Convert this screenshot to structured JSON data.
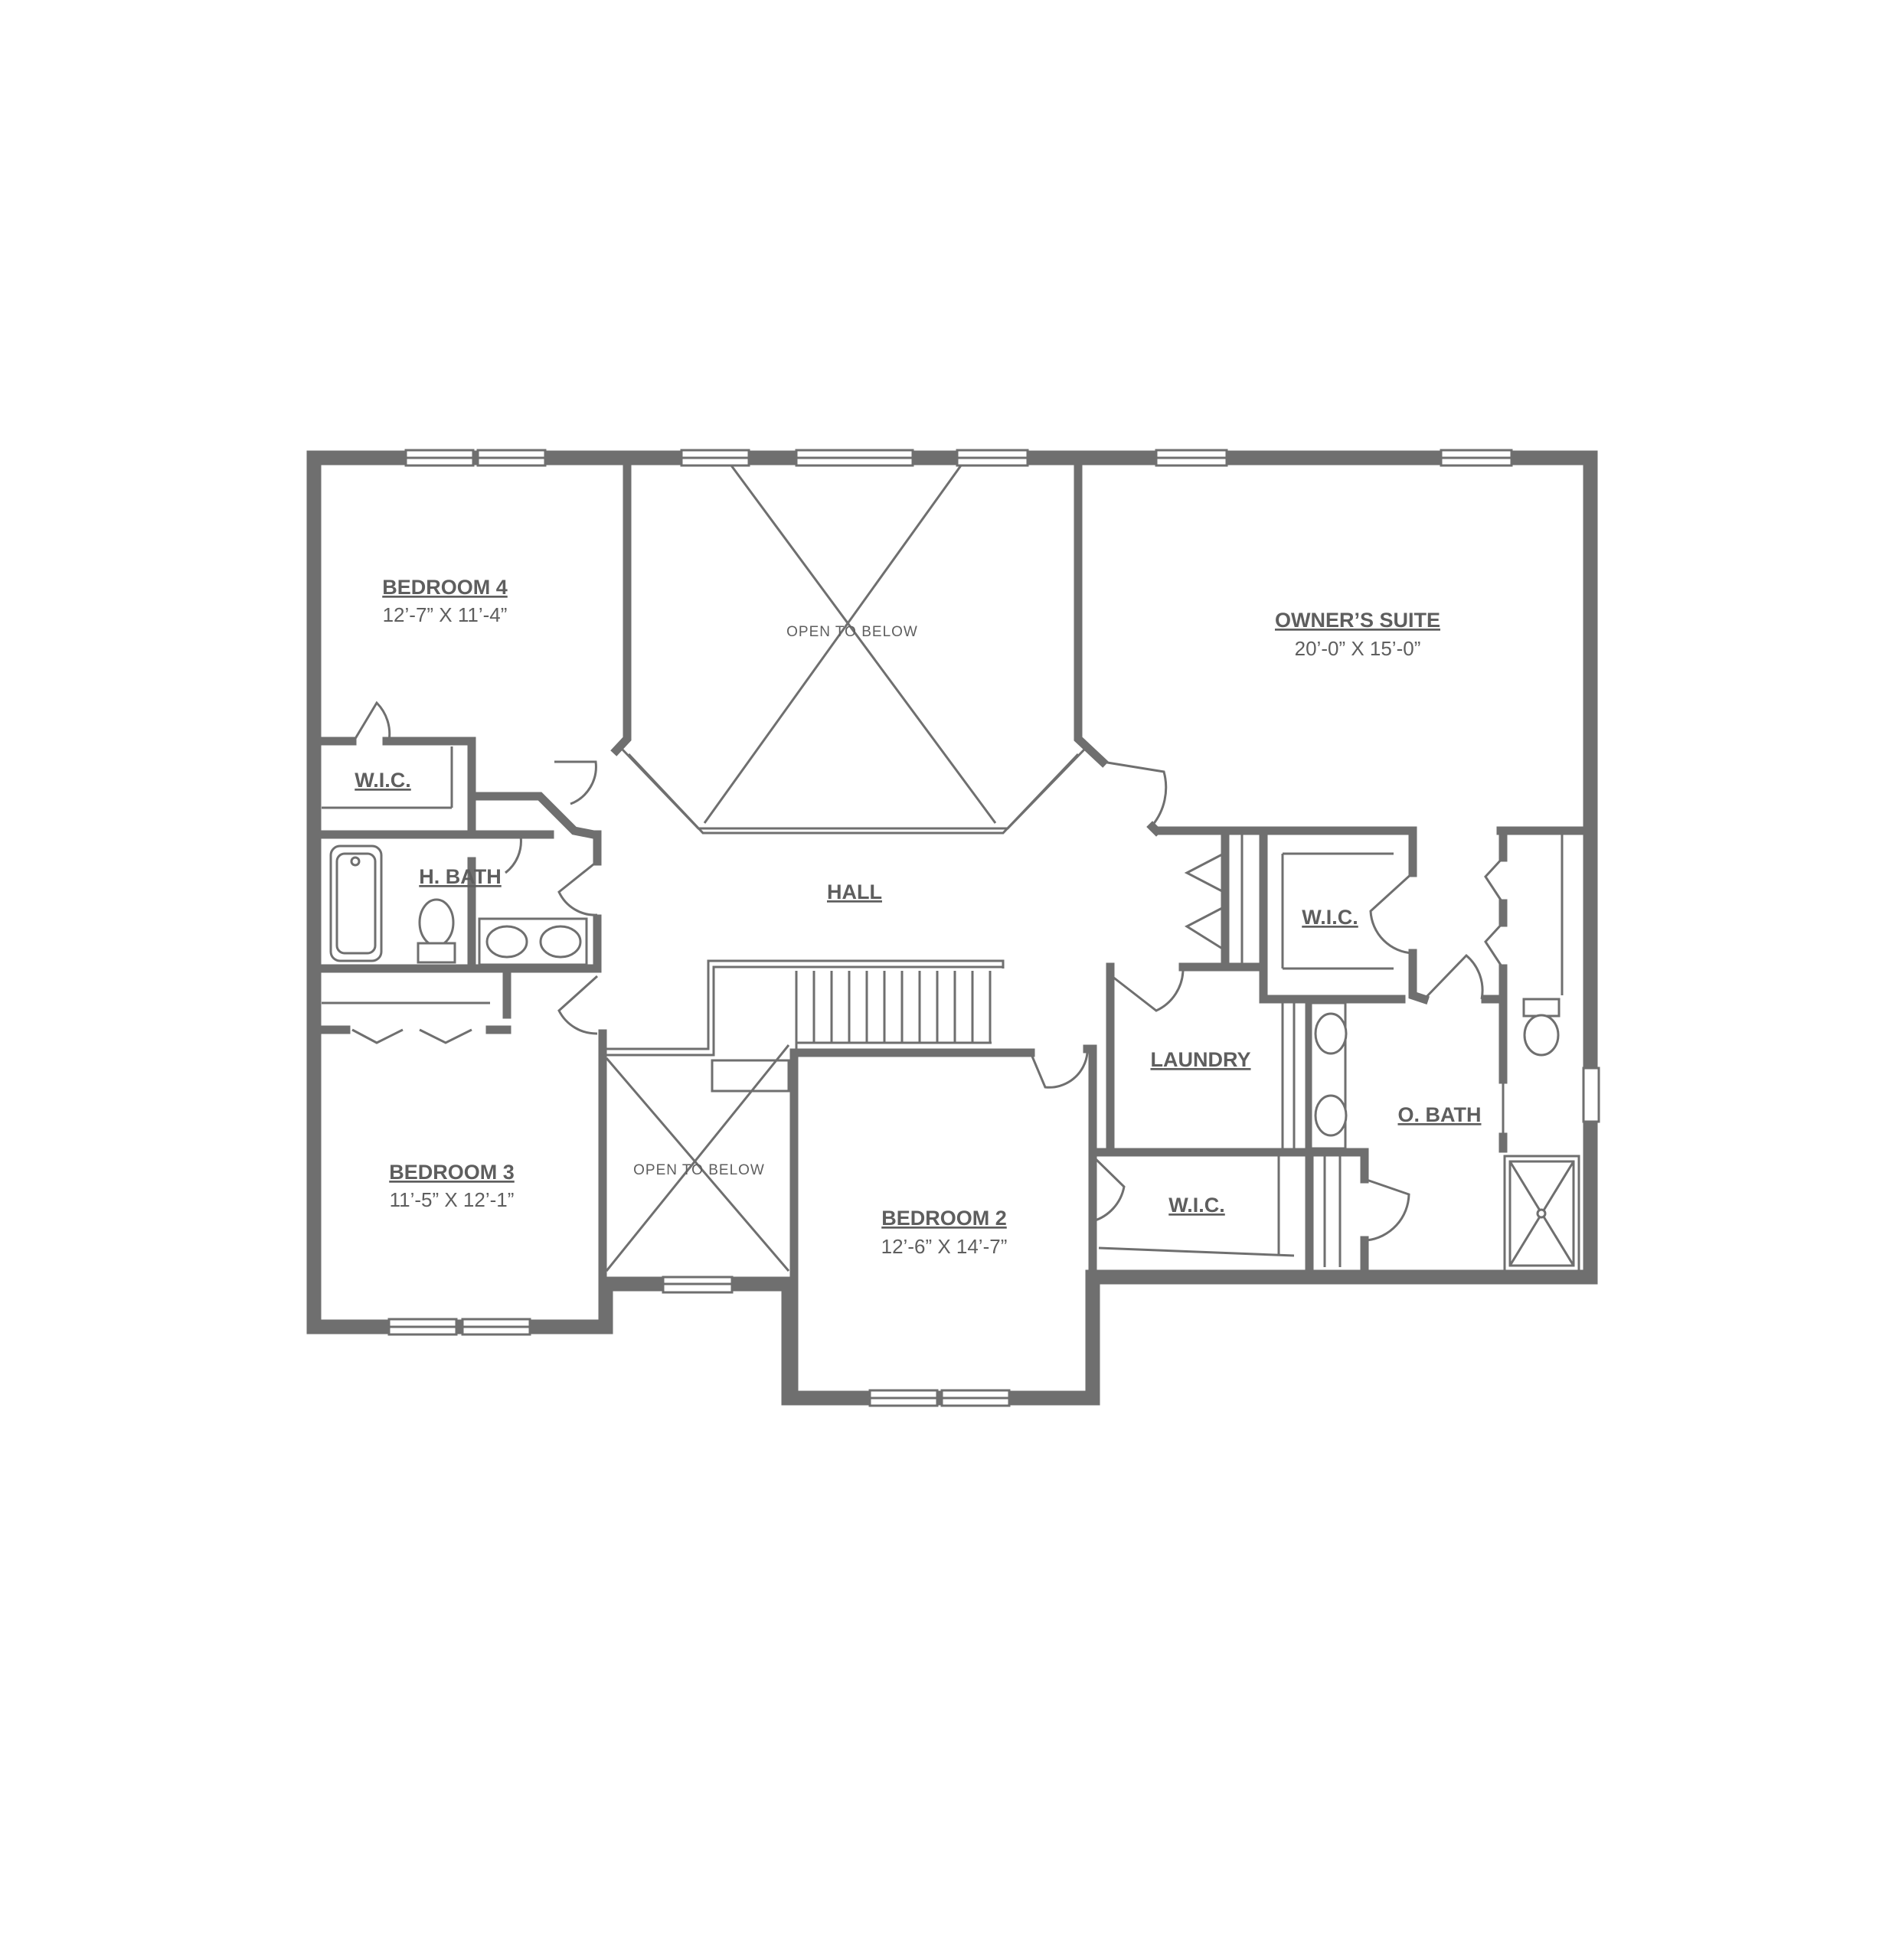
{
  "rooms": {
    "bedroom4": {
      "name": "BEDROOM 4",
      "dims": "12’-7” X 11’-4”"
    },
    "open_to_below_top": {
      "name": "OPEN TO BELOW"
    },
    "owners_suite": {
      "name": "OWNER’S SUITE",
      "dims": "20’-0” X 15’-0”"
    },
    "wic_bedroom4": {
      "name": "W.I.C."
    },
    "h_bath": {
      "name": "H. BATH"
    },
    "hall": {
      "name": "HALL"
    },
    "wic_owner": {
      "name": "W.I.C."
    },
    "laundry": {
      "name": "LAUNDRY"
    },
    "o_bath": {
      "name": "O. BATH"
    },
    "bedroom3": {
      "name": "BEDROOM 3",
      "dims": "11’-5” X 12’-1”"
    },
    "open_to_below_bottom": {
      "name": "OPEN TO BELOW"
    },
    "bedroom2": {
      "name": "BEDROOM 2",
      "dims": "12’-6” X 14’-7”"
    },
    "wic_bedroom2": {
      "name": "W.I.C."
    }
  },
  "colors": {
    "wall": "#6f6f6f",
    "text": "#5e5e5e",
    "background": "#ffffff"
  }
}
